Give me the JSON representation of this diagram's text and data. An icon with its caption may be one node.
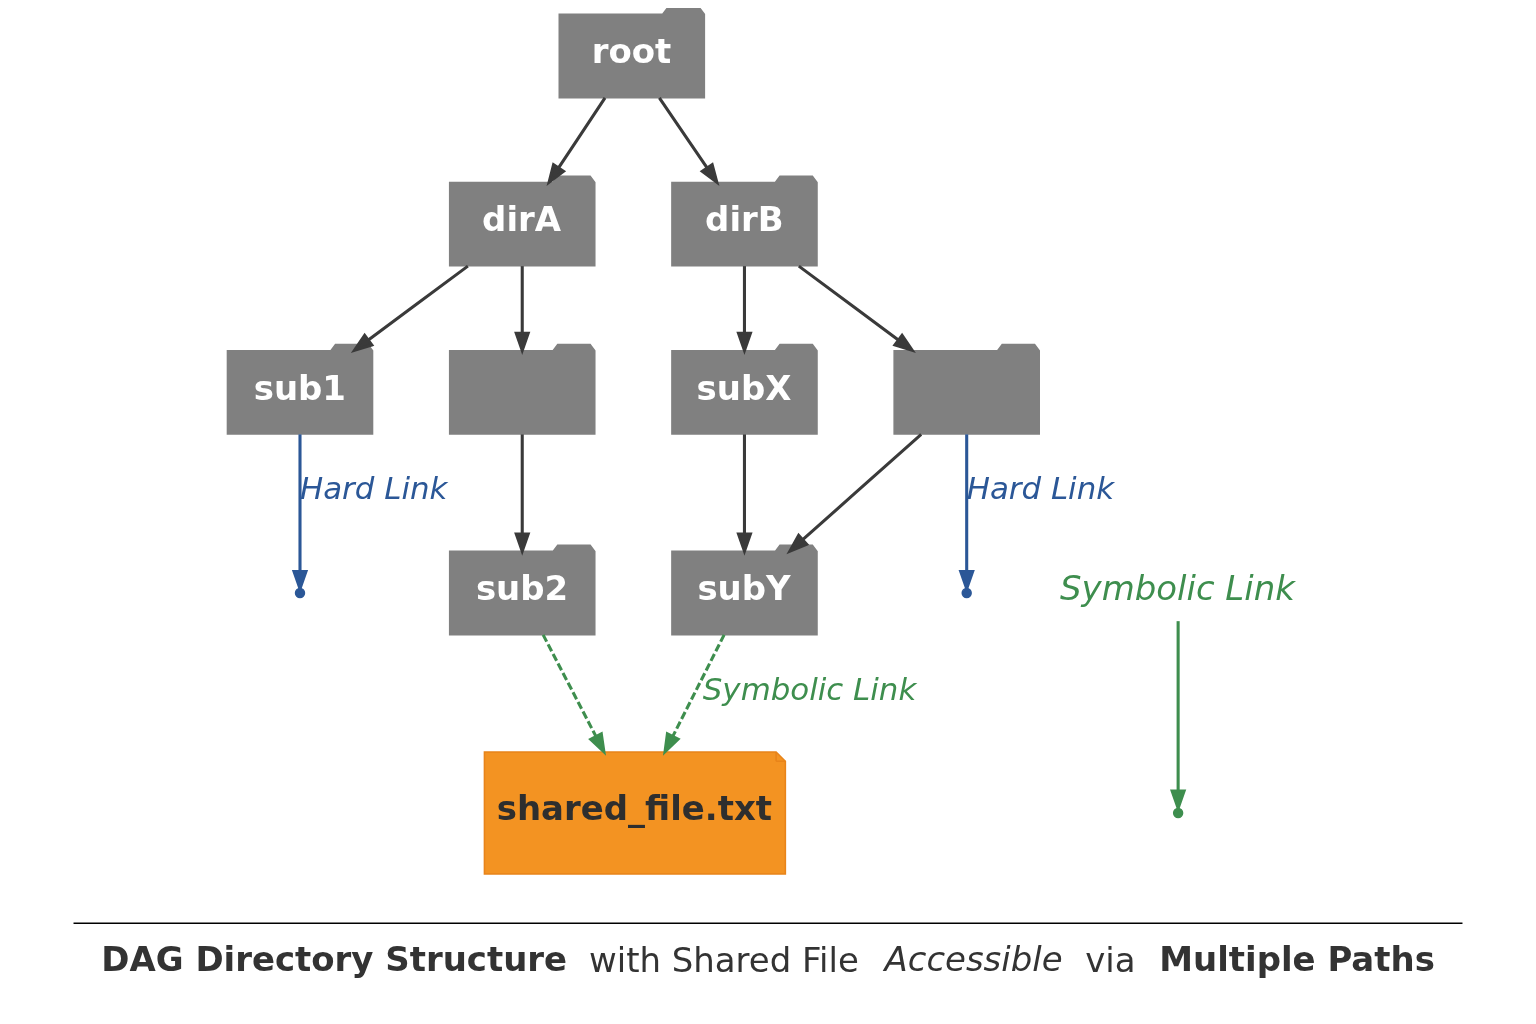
{
  "diagram": {
    "caption": "**DAG Directory Structure** with Shared File *Accessible* via **Multiple Paths**",
    "nodes": [
      {
        "text": [
          "root"
        ]
      },
      {
        "text": [
          "dirA"
        ]
      },
      {
        "text": [
          "dirB"
        ]
      },
      {
        "text": [
          "sub1"
        ]
      },
      {
        "text": [],
        "shape": "folder"
      },
      {
        "text": [
          "subX"
        ]
      },
      {
        "text": [],
        "shape": "folder"
      },
      {
        "text": [
          "sub2"
        ]
      },
      {
        "text": [
          "subY"
        ]
      },
      {
        "text": [
          "Symbolic Link"
        ]
      },
      {
        "text": [
          "shared_file.txt"
        ]
      }
    ],
    "edges": [
      {
        "from": 0,
        "to": 1,
        "arrow": "to"
      },
      {
        "from": 0,
        "to": 2,
        "arrow": "to"
      },
      {
        "from": 1,
        "to": 3,
        "arrow": "to"
      },
      {
        "from": 1,
        "to": 4,
        "arrow": "to"
      },
      {
        "from": 2,
        "to": 5,
        "arrow": "to"
      },
      {
        "from": 2,
        "to": 6,
        "arrow": "to"
      },
      {
        "from": 4,
        "to": 7,
        "arrow": "to"
      },
      {
        "from": 5,
        "to": 8,
        "arrow": "to"
      },
      {
        "from": 6,
        "to": 8,
        "arrow": "to"
      },
      {
        "from": 3,
        "to": null,
        "arrow": "to",
        "label": "Hard Link",
        "color": "#2b5797"
      },
      {
        "from": 7,
        "to": 10,
        "arrow": "to",
        "style": "dashed",
        "color": "#3e8e4e"
      },
      {
        "from": 6,
        "to": null,
        "arrow": "to",
        "label": "Hard Link",
        "color": "#2b5797"
      },
      {
        "from": 8,
        "to": 10,
        "arrow": "to",
        "style": "dashed",
        "color": "#3e8e4e",
        "label": "Symbolic Link"
      },
      {
        "from": 9,
        "to": null,
        "arrow": "to",
        "color": "#3e8e4e"
      }
    ]
  }
}
